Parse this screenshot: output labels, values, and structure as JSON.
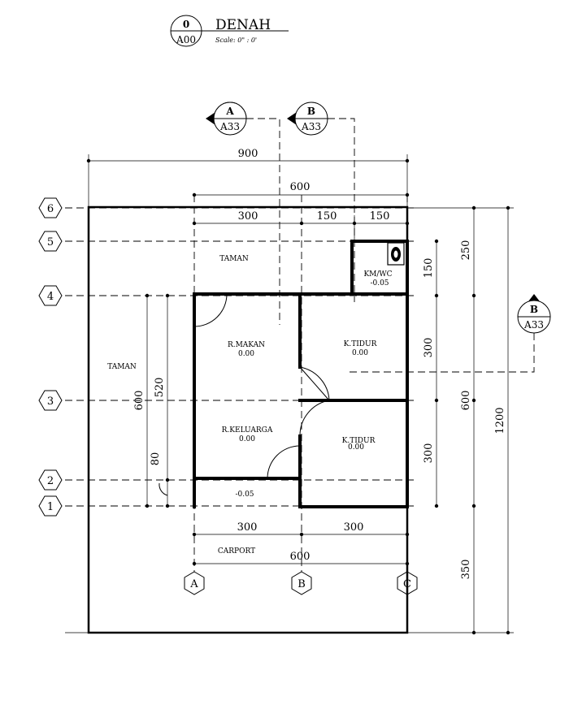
{
  "title_block": {
    "number": "0",
    "sheet": "A00",
    "title": "DENAH",
    "scale": "Scale:  0\" : 0'"
  },
  "section_markers": [
    {
      "letter": "A",
      "sheet": "A33"
    },
    {
      "letter": "B",
      "sheet": "A33"
    },
    {
      "letter": "B",
      "sheet": "A33"
    }
  ],
  "grid_rows": [
    "6",
    "5",
    "4",
    "3",
    "2",
    "1"
  ],
  "grid_cols": [
    "A",
    "B",
    "C"
  ],
  "dimensions": {
    "top_overall": "900",
    "top_inner": "600",
    "top_split_1": "300",
    "top_split_2": "150",
    "top_split_3": "150",
    "right_250": "250",
    "right_150": "150",
    "right_300a": "300",
    "right_300b": "300",
    "right_600": "600",
    "right_1200": "1200",
    "right_350": "350",
    "left_600": "600",
    "left_520": "520",
    "left_80": "80",
    "bottom_300a": "300",
    "bottom_300b": "300",
    "bottom_600": "600"
  },
  "rooms": {
    "taman_top": "TAMAN",
    "taman_left": "TAMAN",
    "kmwc": "KM/WC",
    "kmwc_level": "-0.05",
    "makan": "R.MAKAN",
    "makan_level": "0.00",
    "tidur1": "K.TIDUR",
    "tidur1_level": "0.00",
    "keluarga": "R.KELUARGA",
    "keluarga_level": "0.00",
    "tidur2": "K.TIDUR",
    "tidur2_level": "0.00",
    "teras_level": "-0.05",
    "carport": "CARPORT"
  }
}
